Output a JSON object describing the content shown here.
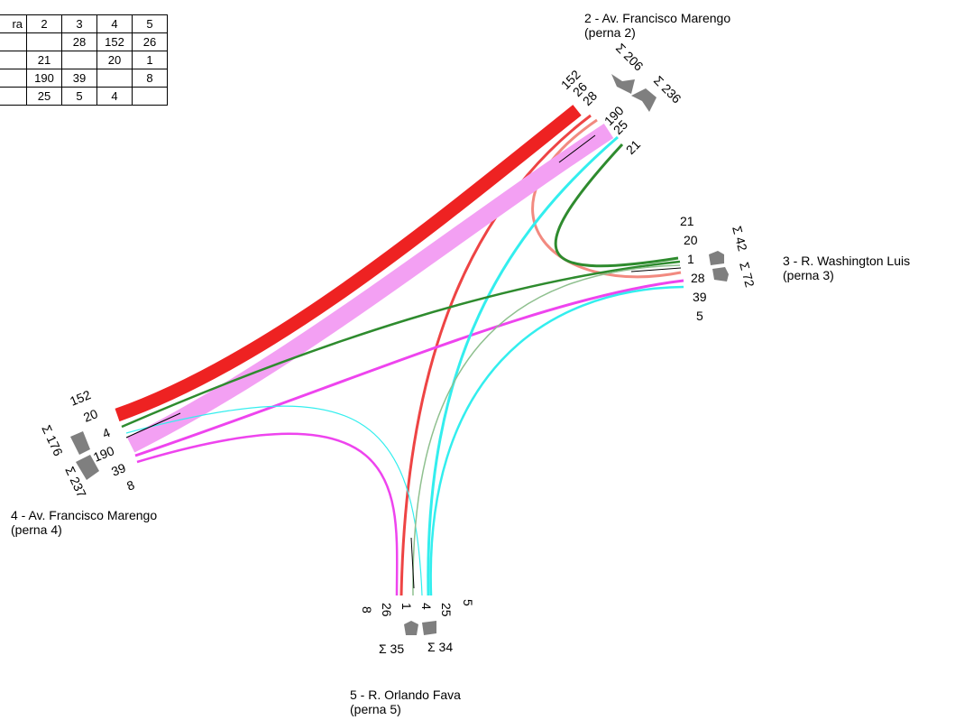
{
  "matrix": {
    "header": [
      "ra",
      "2",
      "3",
      "4",
      "5"
    ],
    "rows": [
      [
        "",
        "",
        "28",
        "152",
        "26"
      ],
      [
        "",
        "21",
        "",
        "20",
        "1"
      ],
      [
        "",
        "190",
        "39",
        "",
        "8"
      ],
      [
        "",
        "25",
        "5",
        "4",
        ""
      ]
    ]
  },
  "legs": {
    "leg2": {
      "name": "2 - Av. Francisco Marengo",
      "sub": "(perna 2)",
      "sum_out": "Σ 206",
      "sum_in": "Σ 236",
      "flows": [
        "152",
        "26",
        "28",
        "190",
        "25",
        "21"
      ]
    },
    "leg3": {
      "name": "3 - R. Washington Luis",
      "sub": "(perna 3)",
      "sum_out": "Σ 42",
      "sum_in": "Σ 72",
      "flows": [
        "21",
        "20",
        "1",
        "28",
        "39",
        "5"
      ]
    },
    "leg4": {
      "name": "4 - Av. Francisco Marengo",
      "sub": "(perna 4)",
      "sum_out": "Σ 176",
      "sum_in": "Σ 237",
      "flows": [
        "152",
        "20",
        "4",
        "190",
        "39",
        "8"
      ]
    },
    "leg5": {
      "name": "5 - R. Orlando Fava",
      "sub": "(perna 5)",
      "sum_out": "Σ 35",
      "sum_in": "Σ 34",
      "flows": [
        "8",
        "26",
        "1",
        "4",
        "25",
        "5"
      ]
    }
  },
  "colors": {
    "from2": "#ee2222",
    "from2_light": "#f28a80",
    "from3": "#2e8b2e",
    "from3_light": "#8fc08f",
    "from4": "#ee44ee",
    "from4_light": "#f3a0f3",
    "from5": "#33eeee",
    "arrow": "#7f7f7f"
  }
}
